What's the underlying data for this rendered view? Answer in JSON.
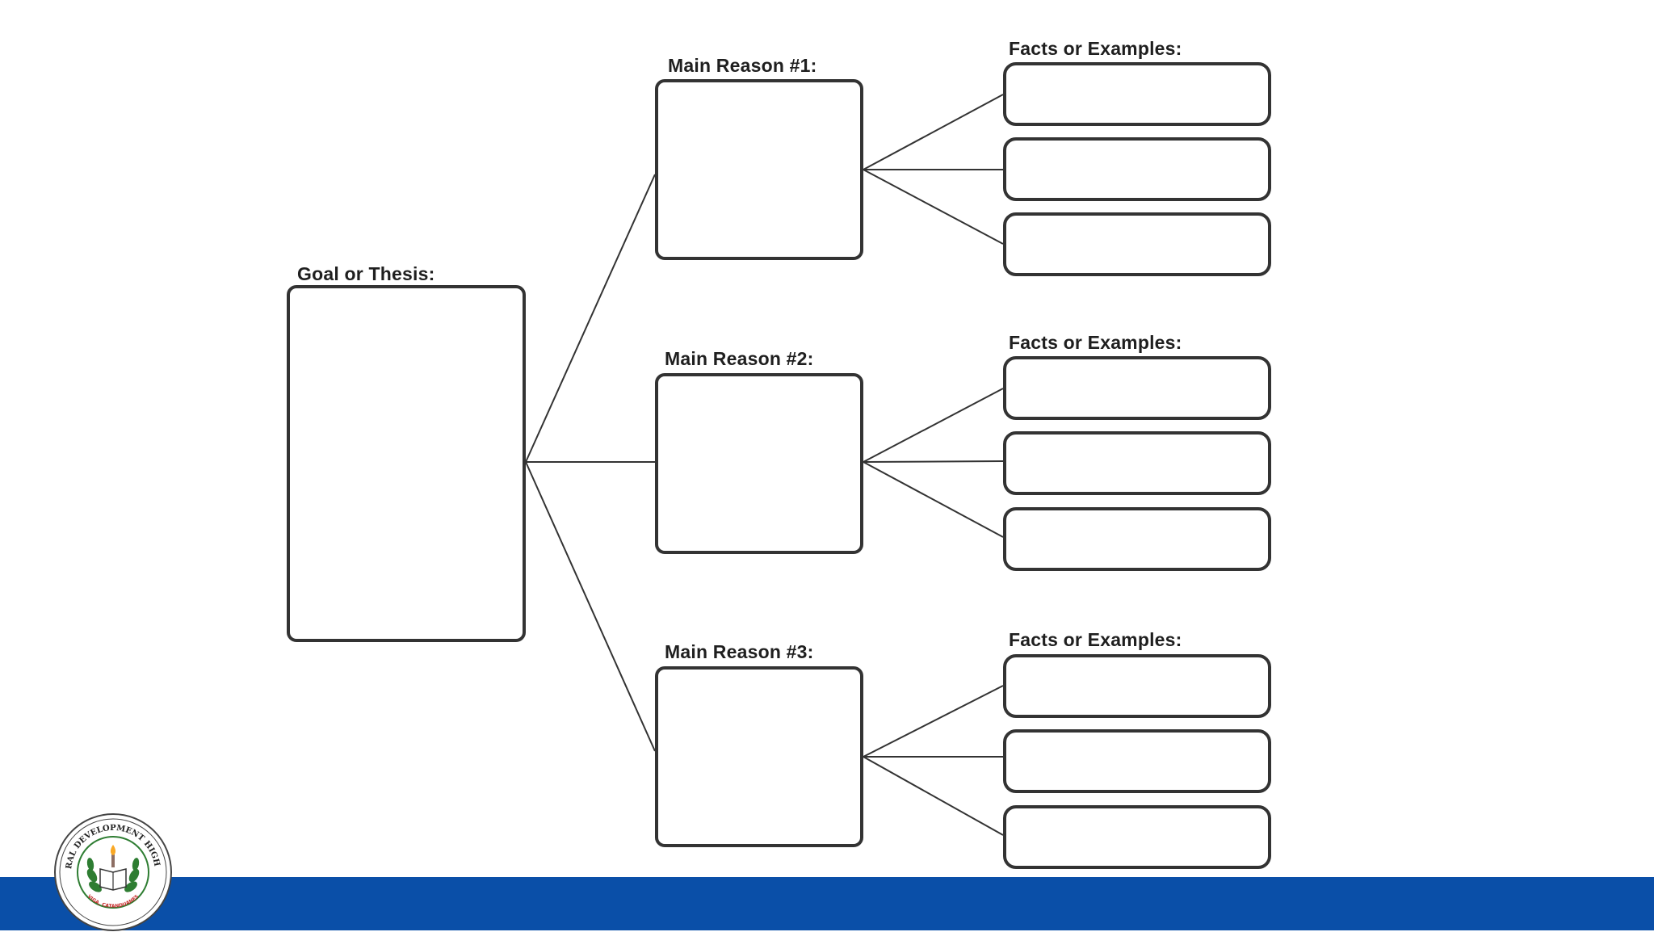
{
  "goal": {
    "label": "Goal or Thesis:"
  },
  "reasons": [
    {
      "label": "Main Reason #1:",
      "facts_label": "Facts or Examples:"
    },
    {
      "label": "Main Reason #2:",
      "facts_label": "Facts or Examples:"
    },
    {
      "label": "Main Reason #3:",
      "facts_label": "Facts or Examples:"
    }
  ],
  "logo": {
    "school_name": "VIGA RURAL DEVELOPMENT HIGH SCHOOL",
    "location": "VIGA, CATANDUANES"
  },
  "colors": {
    "footer_bar": "#0a4fa8",
    "box_border": "#333333",
    "connector": "#333333",
    "logo_ring": "#2e7d32",
    "logo_text": "#c62828"
  }
}
